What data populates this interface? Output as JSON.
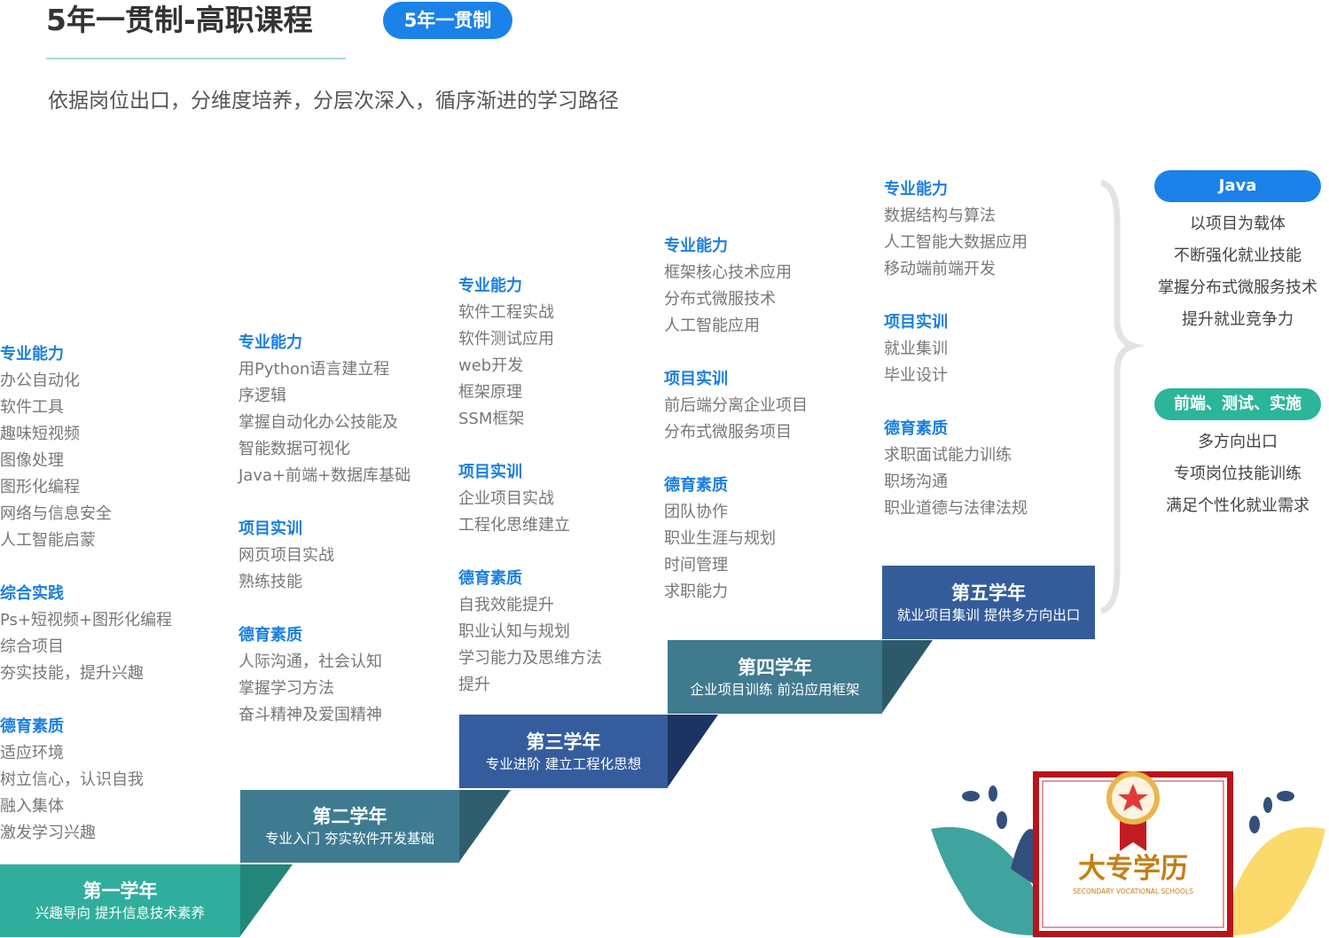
{
  "header": {
    "title": "5年一贯制-高职课程",
    "badge": "5年一贯制",
    "subtitle": "依据岗位出口，分维度培养，分层次深入，循序渐进的学习路径"
  },
  "columns": [
    {
      "sections": [
        {
          "heading": "专业能力",
          "items": [
            "办公自动化",
            "软件工具",
            "趣味短视频",
            "图像处理",
            "图形化编程",
            "网络与信息安全",
            "人工智能启蒙"
          ]
        },
        {
          "heading": "综合实践",
          "items": [
            "Ps+短视频+图形化编程",
            "综合项目",
            "夯实技能，提升兴趣"
          ]
        },
        {
          "heading": "德育素质",
          "items": [
            "适应环境",
            "树立信心，认识自我",
            "融入集体",
            "激发学习兴趣"
          ]
        }
      ]
    },
    {
      "sections": [
        {
          "heading": "专业能力",
          "items": [
            "用Python语言建立程",
            "序逻辑",
            "掌握自动化办公技能及",
            "智能数据可视化",
            "Java+前端+数据库基础"
          ]
        },
        {
          "heading": "项目实训",
          "items": [
            "网页项目实战",
            "熟练技能"
          ]
        },
        {
          "heading": "德育素质",
          "items": [
            "人际沟通，社会认知",
            "掌握学习方法",
            "奋斗精神及爱国精神"
          ]
        }
      ]
    },
    {
      "sections": [
        {
          "heading": "专业能力",
          "items": [
            "软件工程实战",
            "软件测试应用",
            "web开发",
            "框架原理",
            "SSM框架"
          ]
        },
        {
          "heading": "项目实训",
          "items": [
            "企业项目实战",
            "工程化思维建立"
          ]
        },
        {
          "heading": "德育素质",
          "items": [
            "自我效能提升",
            "职业认知与规划",
            "学习能力及思维方法",
            "提升"
          ]
        }
      ]
    },
    {
      "sections": [
        {
          "heading": "专业能力",
          "items": [
            "框架核心技术应用",
            "分布式微服技术",
            "人工智能应用"
          ]
        },
        {
          "heading": "项目实训",
          "items": [
            "前后端分离企业项目",
            "分布式微服务项目"
          ]
        },
        {
          "heading": "德育素质",
          "items": [
            "团队协作",
            "职业生涯与规划",
            "时间管理",
            "求职能力"
          ]
        }
      ]
    },
    {
      "sections": [
        {
          "heading": "专业能力",
          "items": [
            "数据结构与算法",
            "人工智能大数据应用",
            "移动端前端开发"
          ]
        },
        {
          "heading": "项目实训",
          "items": [
            "就业集训",
            "毕业设计"
          ]
        },
        {
          "heading": "德育素质",
          "items": [
            "求职面试能力训练",
            "职场沟通",
            "职业道德与法律法规"
          ]
        }
      ]
    }
  ],
  "steps": [
    {
      "year": "第一学年",
      "desc": "兴趣导向 提升信息技术素养",
      "color": "#2fae9d"
    },
    {
      "year": "第二学年",
      "desc": "专业入门 夯实软件开发基础",
      "color": "#3e7b91"
    },
    {
      "year": "第三学年",
      "desc": "专业进阶 建立工程化思想",
      "color": "#355d9e"
    },
    {
      "year": "第四学年",
      "desc": "企业项目训练  前沿应用框架",
      "color": "#3f7a8f"
    },
    {
      "year": "第五学年",
      "desc": "就业项目集训 提供多方向出口",
      "color": "#345c9b"
    }
  ],
  "outcomes": [
    {
      "label": "Java",
      "color": "#1b82ea",
      "items": [
        "以项目为载体",
        "不断强化就业技能",
        "掌握分布式微服务技术",
        "提升就业竞争力"
      ]
    },
    {
      "label": "前端、测试、实施",
      "color": "#2bb59b",
      "items": [
        "多方向出口",
        "专项岗位技能训练",
        "满足个性化就业需求"
      ]
    }
  ],
  "certificate": {
    "title": "大专学历",
    "subtitle": "SECONDARY VOCATIONAL SCHOOLS"
  }
}
